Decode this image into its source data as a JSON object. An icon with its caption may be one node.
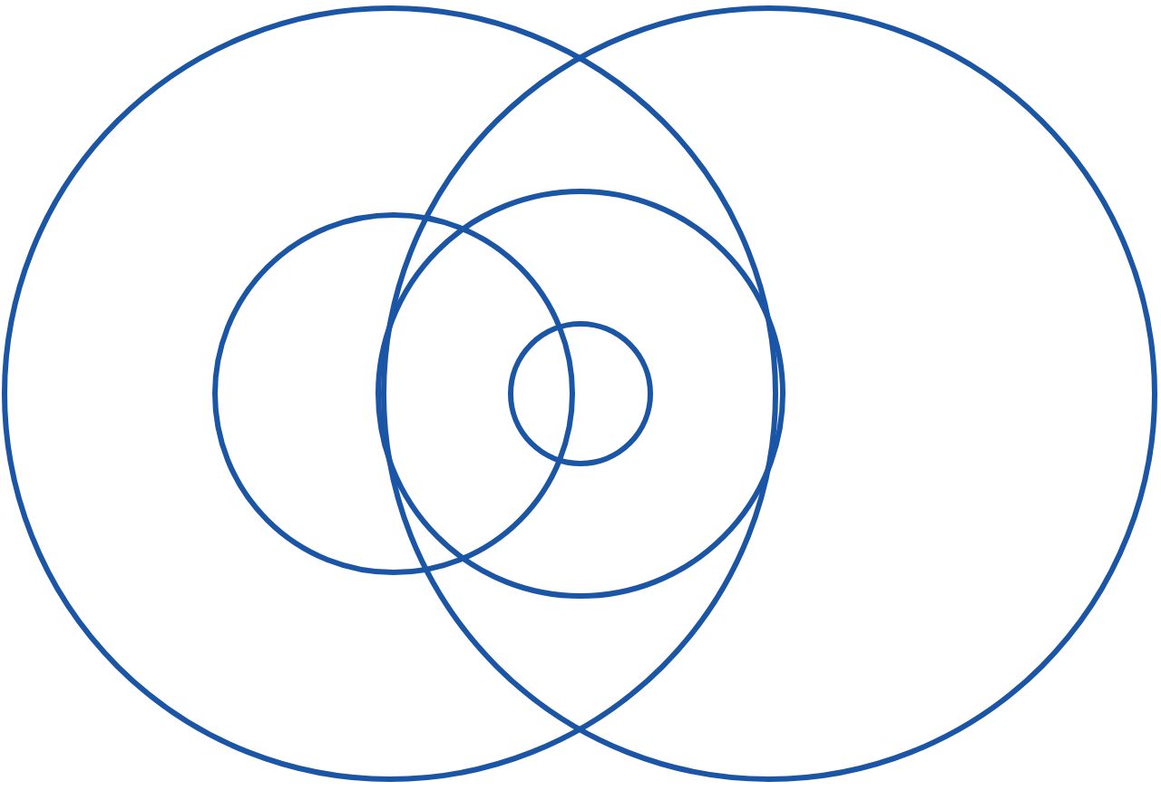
{
  "diagram": {
    "nodes": [
      {
        "text": [],
        "shape": "circle"
      },
      {
        "text": [],
        "shape": "circle",
        "in": 0
      },
      {
        "text": [],
        "shape": "circle"
      },
      {
        "text": [],
        "shape": "circle"
      },
      {
        "text": [],
        "shape": "circle",
        "in": 2
      }
    ]
  }
}
